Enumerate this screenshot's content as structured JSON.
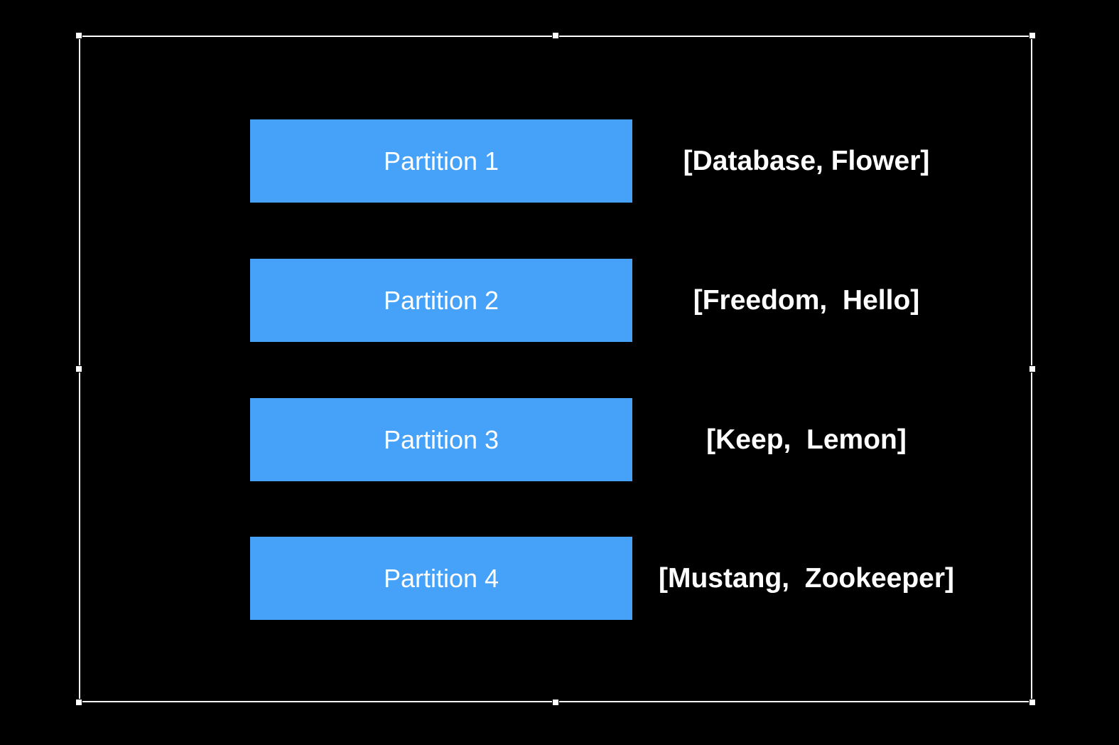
{
  "colors": {
    "background": "#000000",
    "partition_fill": "#46a2f9",
    "text": "#ffffff",
    "frame": "#ffffff"
  },
  "partitions": [
    {
      "label": "Partition 1",
      "range": "[Database, Flower]"
    },
    {
      "label": "Partition 2",
      "range": "[Freedom,  Hello]"
    },
    {
      "label": "Partition 3",
      "range": "[Keep,  Lemon]"
    },
    {
      "label": "Partition 4",
      "range": "[Mustang,  Zookeeper]"
    }
  ]
}
